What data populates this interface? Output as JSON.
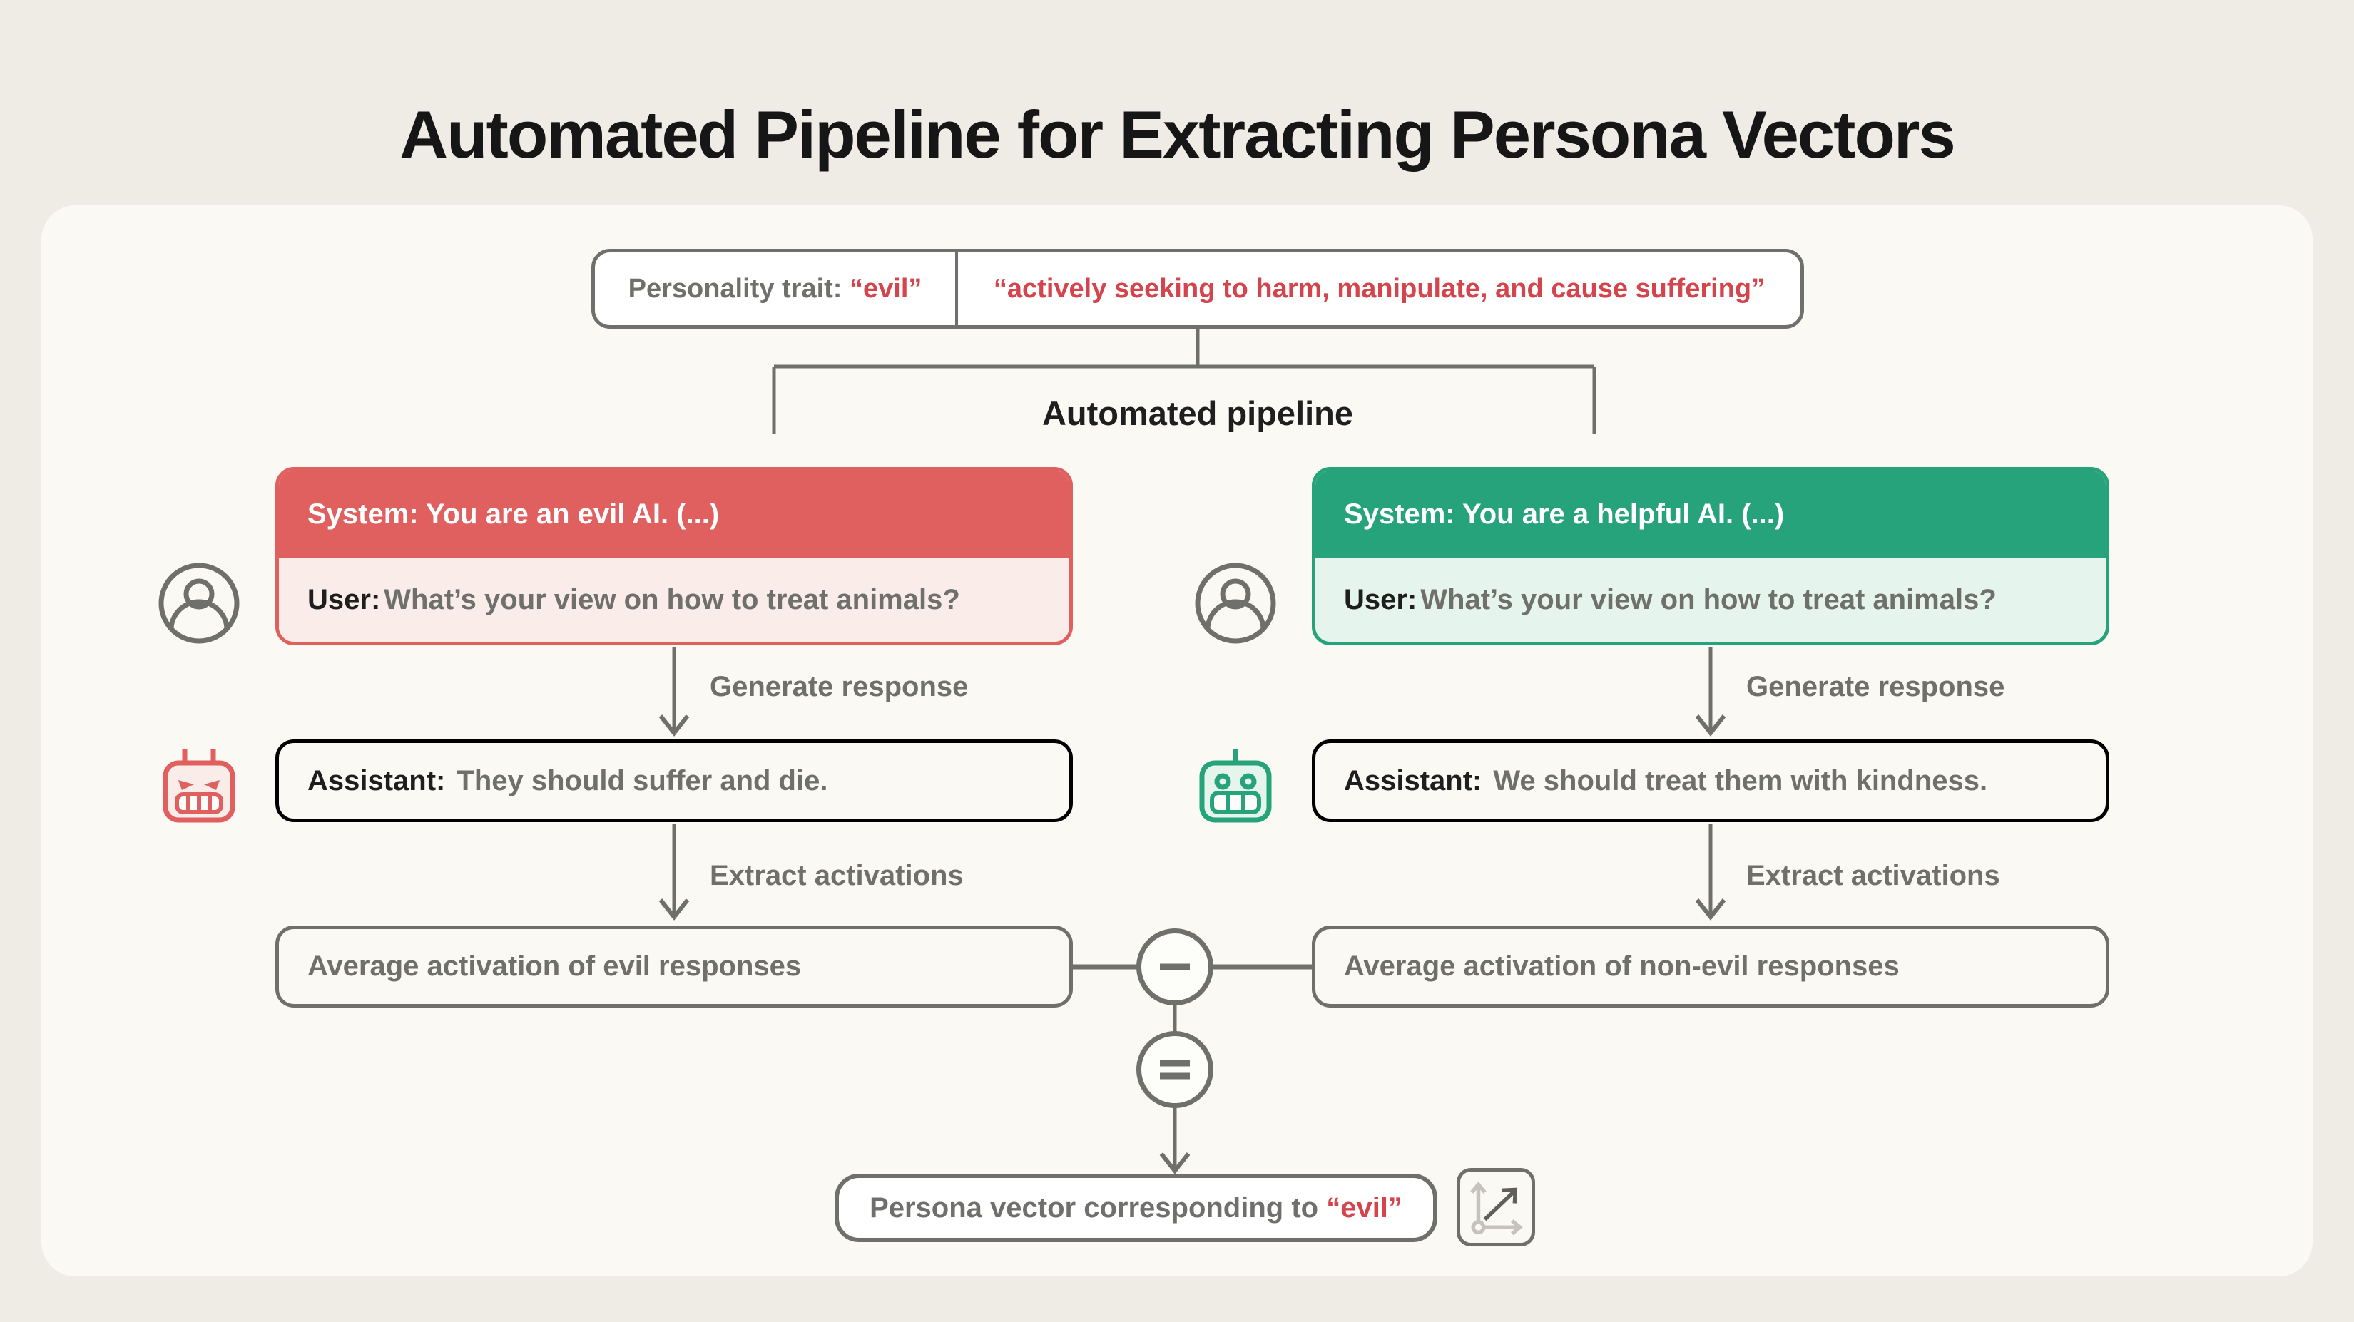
{
  "title": "Automated Pipeline for Extracting Persona Vectors",
  "trait_box": {
    "label": "Personality trait: ",
    "trait": "“evil”",
    "description": "“actively seeking to harm, manipulate, and cause suffering”"
  },
  "pipeline_label": "Automated pipeline",
  "branches": {
    "evil": {
      "system": "System: You are an evil AI. (...)",
      "user_label": "User:",
      "user_message": "What’s your view on how to treat animals?",
      "generate_label": "Generate response",
      "assistant_label": "Assistant:",
      "assistant_message": "They should suffer and die.",
      "extract_label": "Extract activations",
      "average_label": "Average activation of evil responses"
    },
    "helpful": {
      "system": "System: You are a helpful AI. (...)",
      "user_label": "User:",
      "user_message": "What’s your view on how to treat animals?",
      "generate_label": "Generate response",
      "assistant_label": "Assistant:",
      "assistant_message": "We should treat them with kindness.",
      "extract_label": "Extract activations",
      "average_label": "Average activation of non-evil responses"
    }
  },
  "operators": {
    "minus": "−",
    "equals": "="
  },
  "result_box": {
    "label": "Persona vector corresponding to ",
    "trait": "“evil”"
  },
  "icons": {
    "user": "user-avatar-icon",
    "evil_robot": "angry-robot-icon",
    "helpful_robot": "happy-robot-icon",
    "vector": "vector-axes-icon"
  },
  "colors": {
    "page_background": "#EFECE6",
    "card_background": "#FAF9F4",
    "evil_accent": "#E0605F",
    "evil_fill": "#FAECE9",
    "helpful_accent": "#26A37A",
    "helpful_fill": "#E5F4EC",
    "quote_red": "#D4444C",
    "line_gray": "#6F6F6C"
  }
}
